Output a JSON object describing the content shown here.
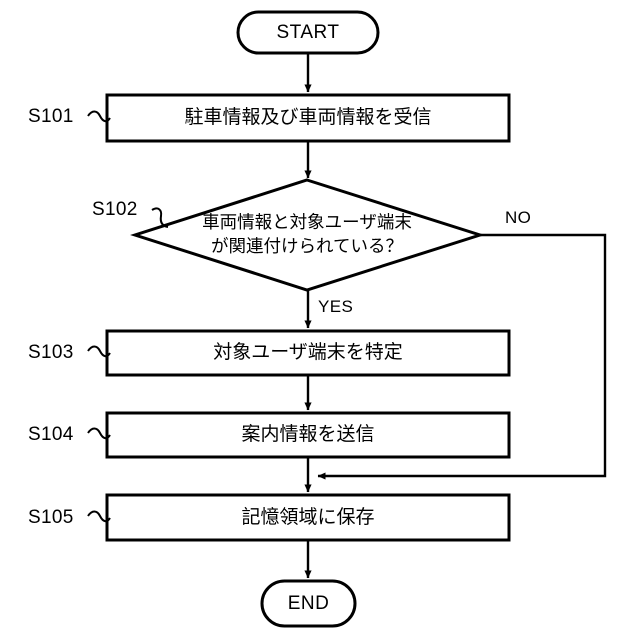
{
  "diagram": {
    "type": "flowchart",
    "orientation": "top-to-bottom",
    "language": "ja",
    "line_color": "#000000",
    "fill_color": "#ffffff",
    "text_color": "#000000"
  },
  "nodes": {
    "start": {
      "shape": "terminator",
      "label": "START"
    },
    "s101": {
      "shape": "process",
      "step": "S101",
      "label": "駐車情報及び車両情報を受信"
    },
    "s102": {
      "shape": "decision",
      "step": "S102",
      "label": "車両情報と対象ユーザ端末\nが関連付けられている？"
    },
    "s103": {
      "shape": "process",
      "step": "S103",
      "label": "対象ユーザ端末を特定"
    },
    "s104": {
      "shape": "process",
      "step": "S104",
      "label": "案内情報を送信"
    },
    "s105": {
      "shape": "process",
      "step": "S105",
      "label": "記憶領域に保存"
    },
    "end": {
      "shape": "terminator",
      "label": "END"
    }
  },
  "branches": {
    "yes": "YES",
    "no": "NO"
  }
}
